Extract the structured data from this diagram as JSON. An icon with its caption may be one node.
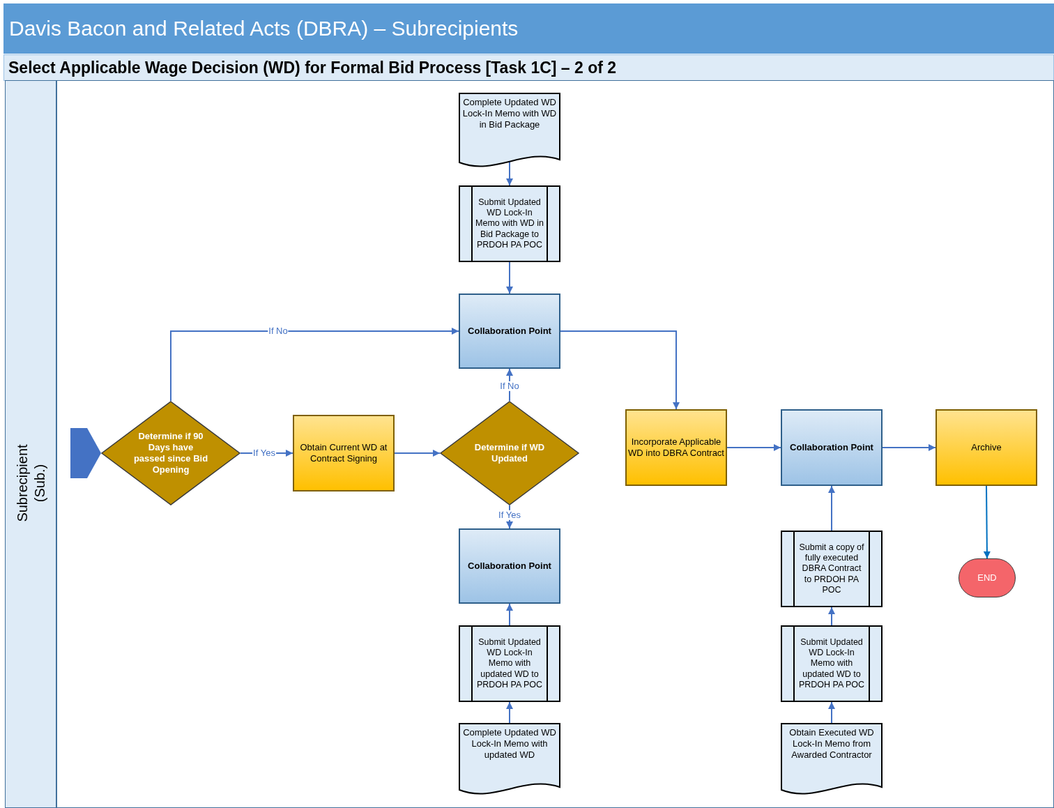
{
  "diagram": {
    "title": "Davis Bacon and Related Acts (DBRA) – Subrecipients",
    "nodes": [
      {
        "text": [
          "Subrecipient (Sub.)"
        ]
      },
      {
        "text": [],
        "shape": "pentagon",
        "in": 0
      },
      {
        "text": [
          "Determine if 90 Days have passed since Bid Opening"
        ],
        "in": 0
      },
      {
        "text": [
          "Complete Updated WD Lock-In Memo with WD in Bid Package"
        ],
        "in": 0
      },
      {
        "text": [
          "Submit Updated WD Lock-In Memo with WD in Bid Package to PRDOH PA POC"
        ],
        "in": 0
      },
      {
        "text": [
          "Collaboration Point"
        ],
        "in": 0
      },
      {
        "text": [
          "Obtain Current WD at Contract Signing"
        ],
        "in": 0
      },
      {
        "text": [
          "Determine if WD Updated"
        ],
        "in": 0
      },
      {
        "text": [
          "Collaboration Point"
        ],
        "in": 0
      },
      {
        "text": [
          "Submit Updated WD Lock-In Memo with updated WD to PRDOH PA POC"
        ],
        "in": 0
      },
      {
        "text": [
          "Complete Updated WD Lock-In Memo with updated WD"
        ],
        "in": 0
      },
      {
        "text": [
          "Incorporate Applicable WD into DBRA Contract"
        ],
        "in": 0
      },
      {
        "text": [
          "Collaboration Point"
        ],
        "in": 0
      },
      {
        "text": [
          "Archive"
        ],
        "in": 0
      },
      {
        "text": [
          "Submit a copy of fully executed DBRA Contract to PRDOH PA POC"
        ],
        "in": 0
      },
      {
        "text": [
          "END"
        ],
        "in": 0
      },
      {
        "text": [
          "Submit Updated WD Lock-In Memo with updated WD to PRDOH PA POC"
        ],
        "in": 0
      },
      {
        "text": [
          "Obtain Executed WD Lock-In Memo from Awarded Contractor"
        ],
        "in": 0
      }
    ],
    "edges": [
      {
        "from": 3,
        "to": 4,
        "arrow": "to"
      },
      {
        "from": 4,
        "to": 5,
        "arrow": "to"
      },
      {
        "from": 2,
        "to": 5,
        "arrow": "to",
        "label": "If No"
      },
      {
        "from": 2,
        "to": 6,
        "arrow": "to",
        "label": "If Yes"
      },
      {
        "from": 6,
        "to": 7,
        "arrow": "to"
      },
      {
        "from": 7,
        "to": 5,
        "arrow": "to",
        "label": "If No"
      },
      {
        "from": 7,
        "to": 8,
        "arrow": "to",
        "label": "If Yes"
      },
      {
        "from": 10,
        "to": 9,
        "arrow": "to"
      },
      {
        "from": 9,
        "to": 8,
        "arrow": "to"
      },
      {
        "from": 5,
        "to": 11,
        "arrow": "to"
      },
      {
        "from": 11,
        "to": 12,
        "arrow": "to"
      },
      {
        "from": 12,
        "to": 13,
        "arrow": "to"
      },
      {
        "from": 13,
        "to": 15,
        "arrow": "to",
        "color": "#0070c0"
      },
      {
        "from": 14,
        "to": 12,
        "arrow": "to"
      },
      {
        "from": 16,
        "to": 14,
        "arrow": "to"
      },
      {
        "from": 17,
        "to": 16,
        "arrow": "to"
      }
    ],
    "labels": [
      "Select Applicable Wage Decision (WD) for Formal Bid Process [Task 1C] – 2 of 2"
    ]
  }
}
